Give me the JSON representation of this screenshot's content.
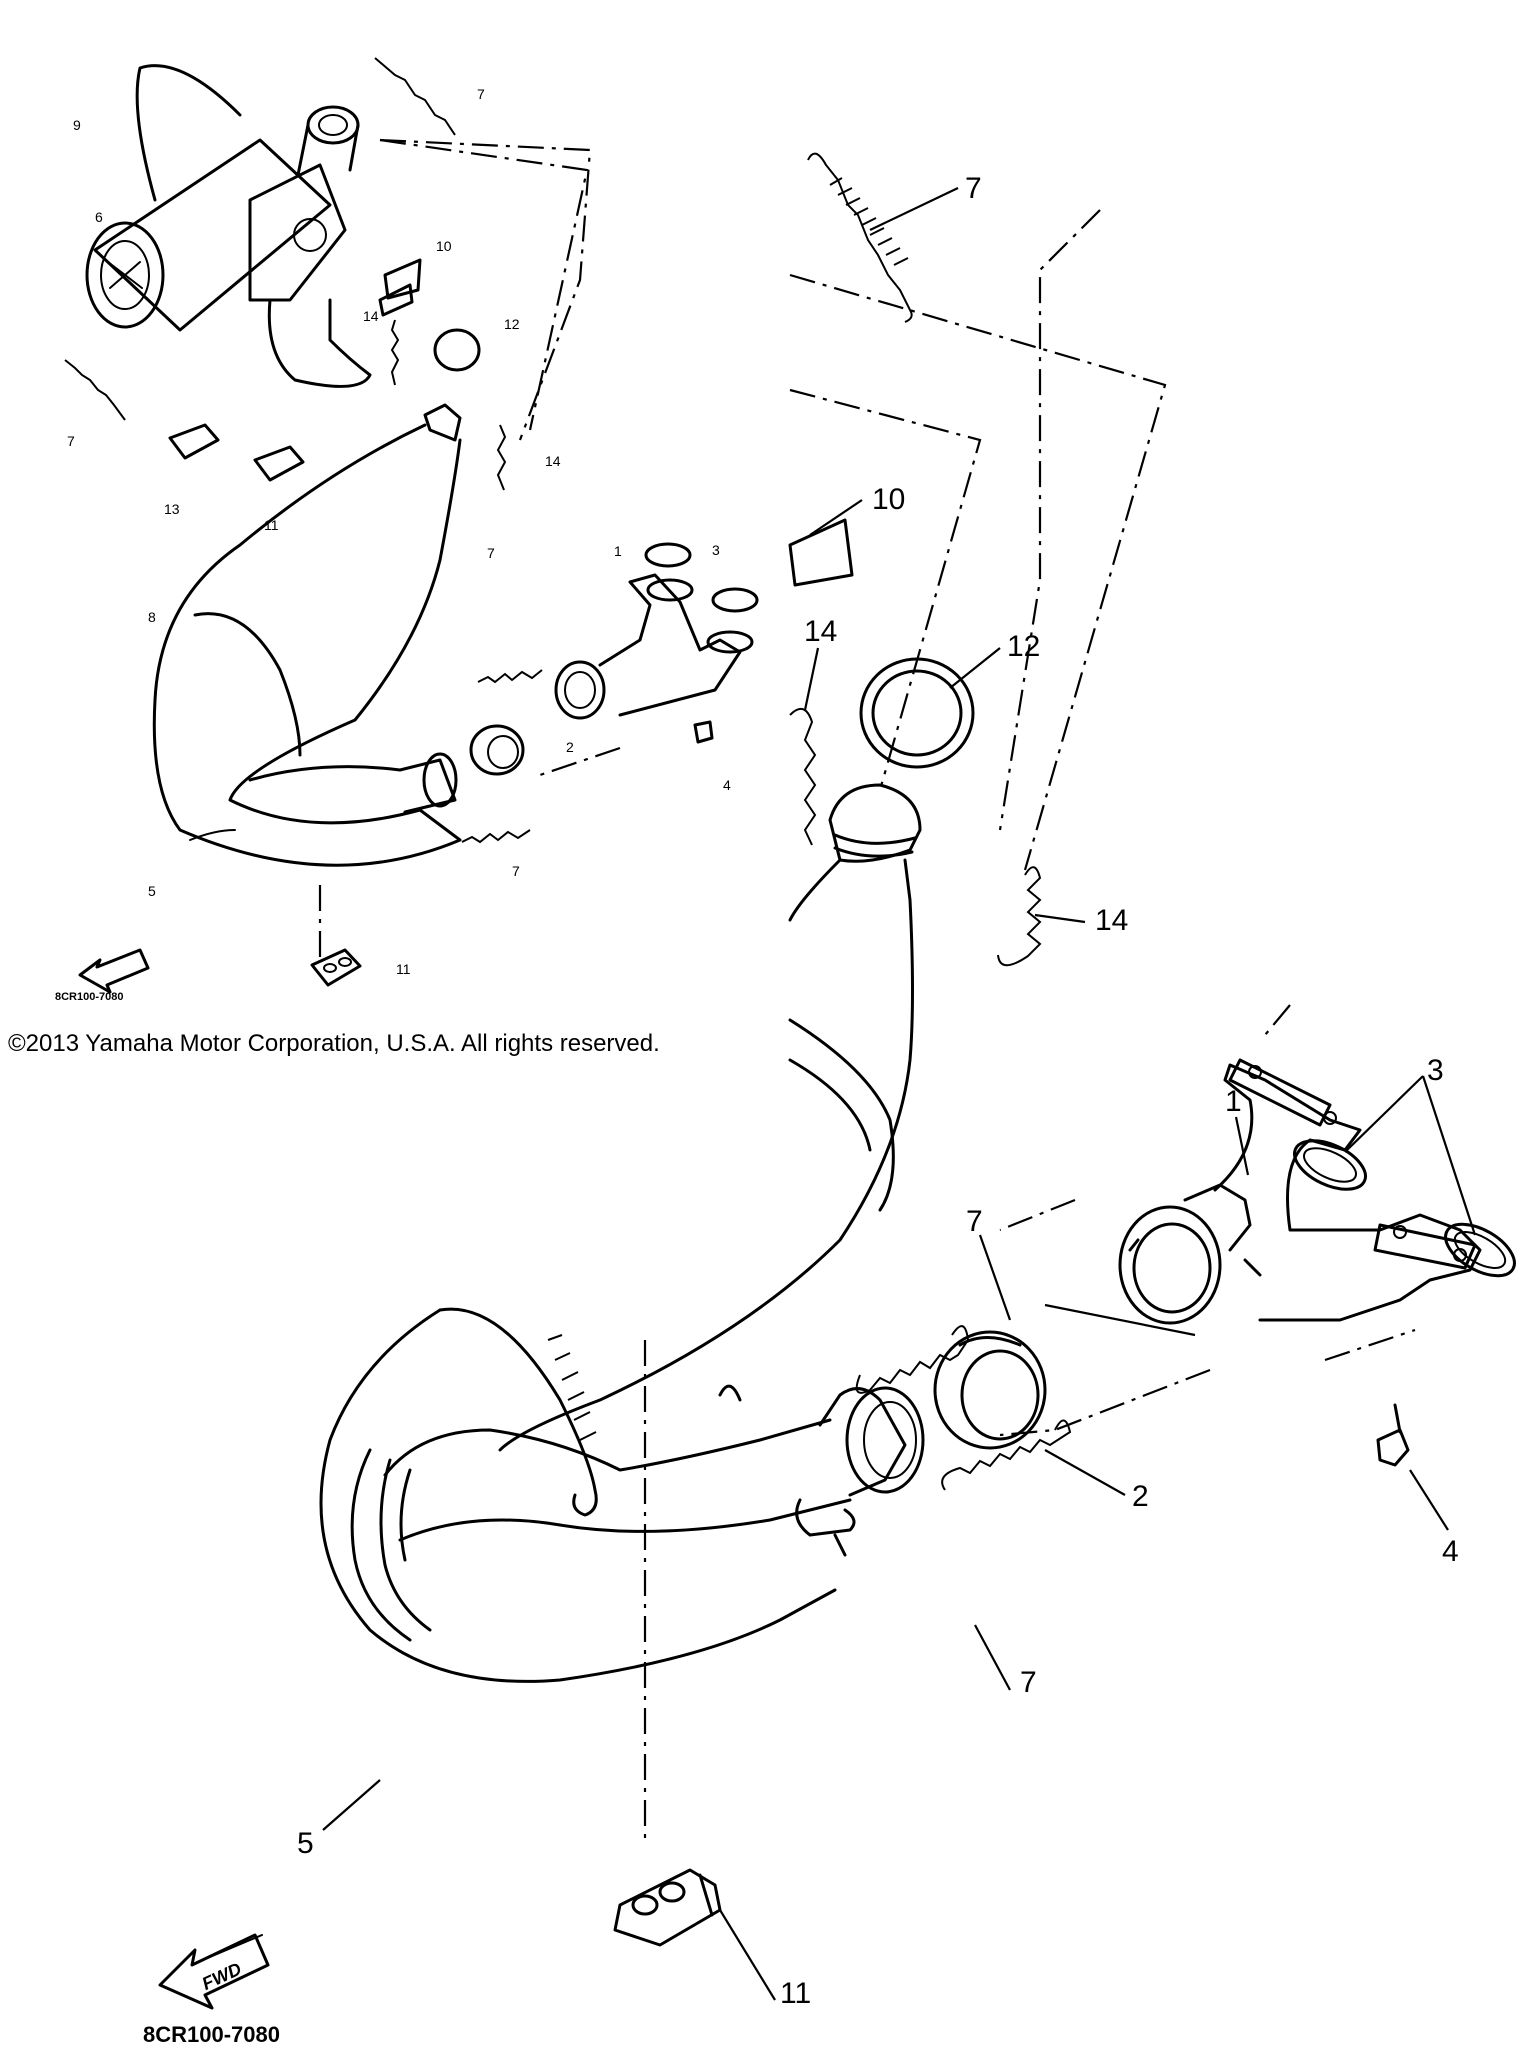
{
  "copyright": "©2013 Yamaha Motor Corporation, U.S.A. All rights reserved.",
  "diagram_code": "8CR100-7080",
  "fwd_label": "FWD",
  "part_callouts": [
    "1",
    "2",
    "3",
    "4",
    "5",
    "6",
    "7",
    "8",
    "9",
    "10",
    "11",
    "12",
    "13",
    "14"
  ]
}
